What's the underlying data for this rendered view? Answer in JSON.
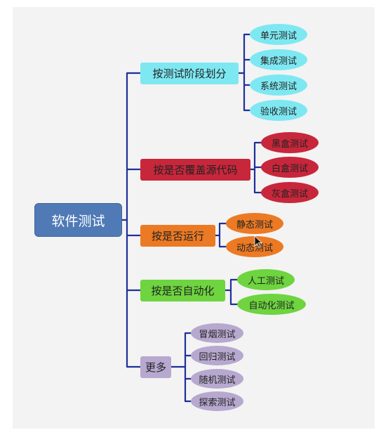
{
  "root": {
    "label": "软件测试",
    "color": "#4f7ab6"
  },
  "connector_color": "#1f2f9a",
  "branches": [
    {
      "label": "按测试阶段划分",
      "color": "#7ee8f2",
      "children": [
        "单元测试",
        "集成测试",
        "系统测试",
        "验收测试"
      ]
    },
    {
      "label": "按是否覆盖源代码",
      "color": "#c8273b",
      "children": [
        "黑盒测试",
        "白盒测试",
        "灰盒测试"
      ]
    },
    {
      "label": "按是否运行",
      "color": "#ec7a24",
      "children": [
        "静态测试",
        "动态测试"
      ]
    },
    {
      "label": "按是否自动化",
      "color": "#6ed43f",
      "children": [
        "人工测试",
        "自动化测试"
      ]
    },
    {
      "label": "更多",
      "color": "#b7a8cf",
      "children": [
        "冒烟测试",
        "回归测试",
        "随机测试",
        "探索测试"
      ]
    }
  ]
}
